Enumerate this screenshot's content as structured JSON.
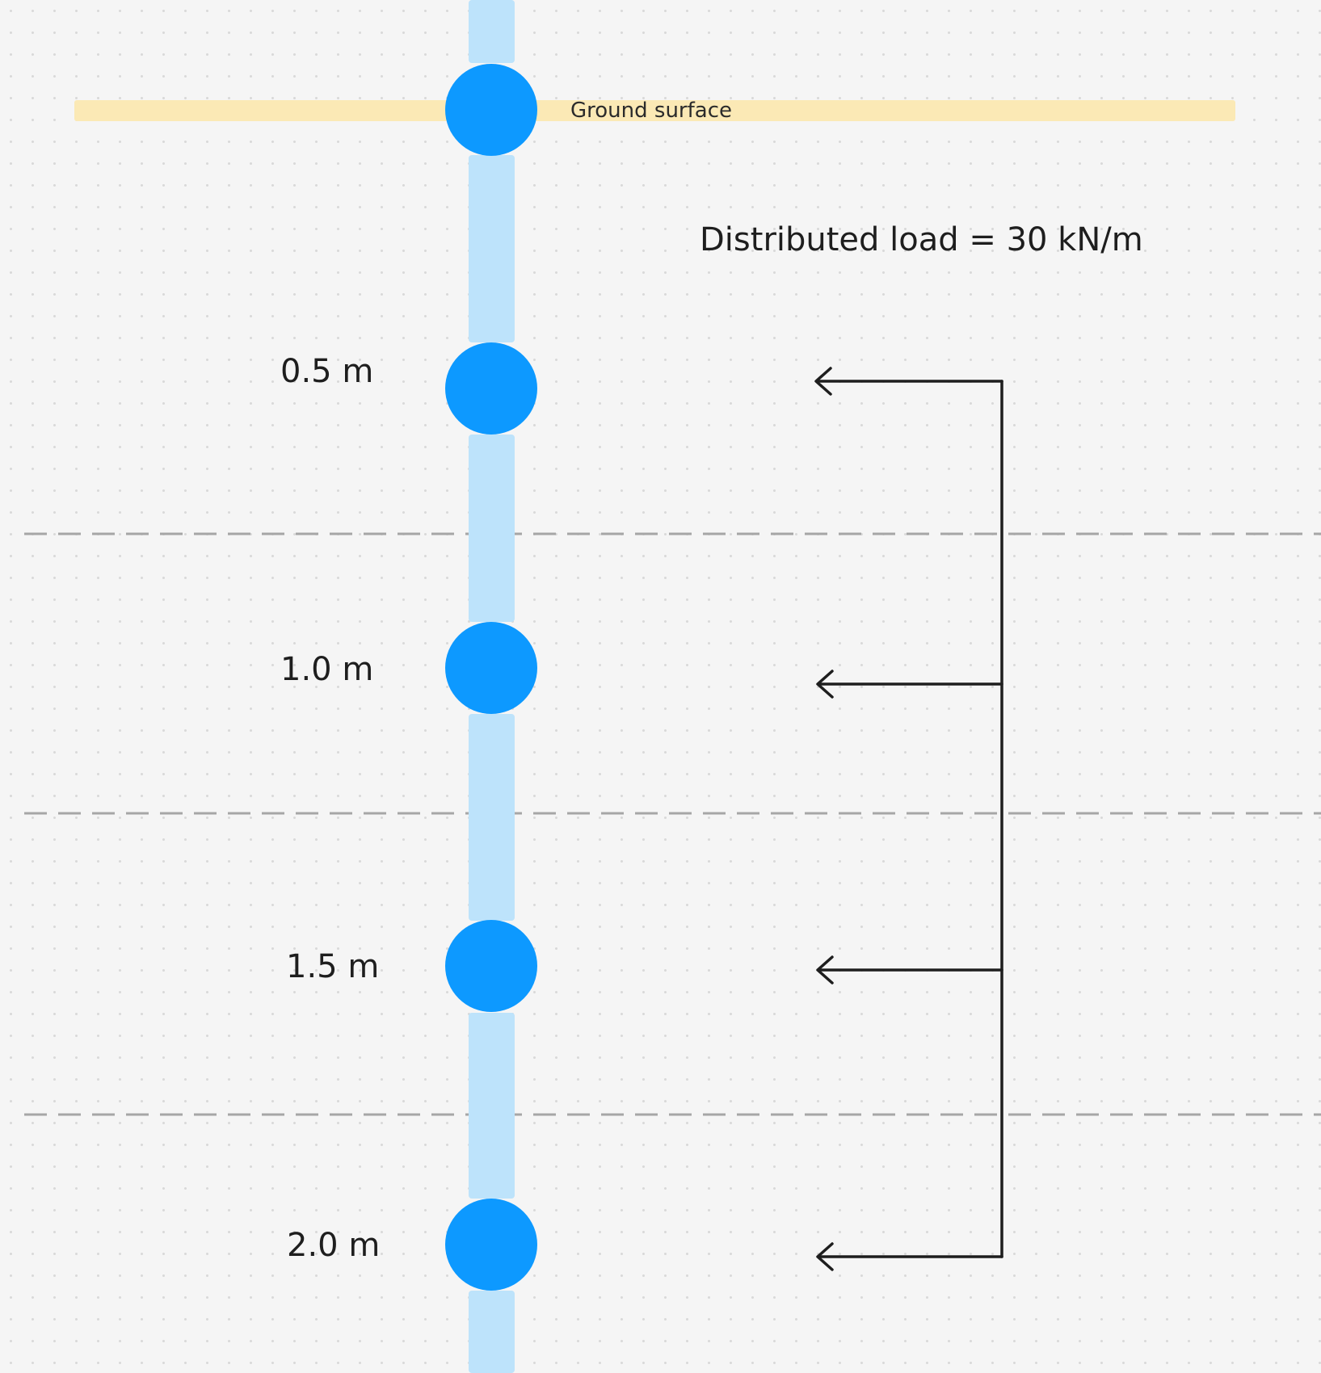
{
  "ground": {
    "label": "Ground surface",
    "color": "#fbe9b5"
  },
  "load": {
    "label": "Distributed load  = 30 kN/m"
  },
  "depths": [
    {
      "label": "0.5 m"
    },
    {
      "label": "1.0 m"
    },
    {
      "label": "1.5 m"
    },
    {
      "label": "2.0 m"
    }
  ],
  "colors": {
    "pile": "#bde3fb",
    "node": "#0d99ff",
    "layer_line": "#a6a6a6",
    "arrow": "#1e1e1e"
  }
}
